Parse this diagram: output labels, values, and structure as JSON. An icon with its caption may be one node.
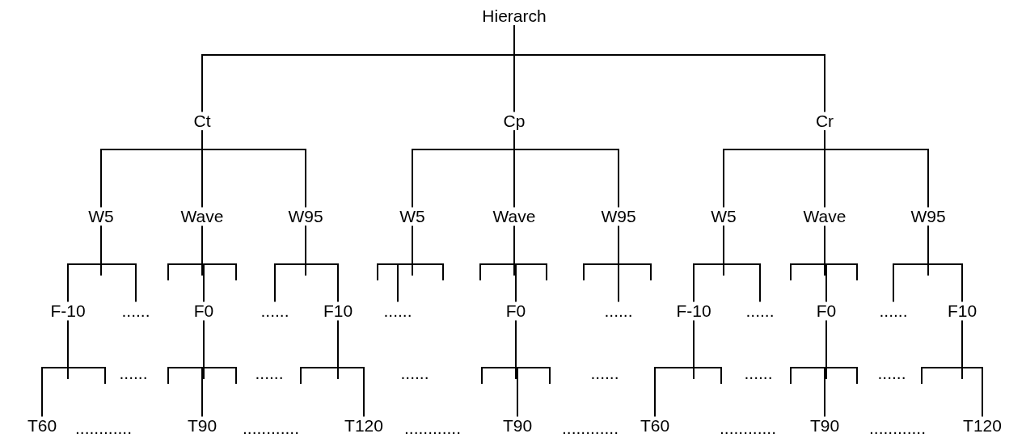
{
  "diagram": {
    "nodes": [
      {
        "text": [
          "Hierarch"
        ]
      },
      {
        "text": [
          "Ct"
        ]
      },
      {
        "text": [
          "Cp"
        ]
      },
      {
        "text": [
          "Cr"
        ]
      },
      {
        "text": [
          "W5"
        ]
      },
      {
        "text": [
          "Wave"
        ]
      },
      {
        "text": [
          "W95"
        ]
      },
      {
        "text": [
          "W5"
        ]
      },
      {
        "text": [
          "Wave"
        ]
      },
      {
        "text": [
          "W95"
        ]
      },
      {
        "text": [
          "W5"
        ]
      },
      {
        "text": [
          "Wave"
        ]
      },
      {
        "text": [
          "W95"
        ]
      },
      {
        "text": [
          "F-10"
        ]
      },
      {
        "text": [
          "......"
        ]
      },
      {
        "text": [
          "F0"
        ]
      },
      {
        "text": [
          "......"
        ]
      },
      {
        "text": [
          "F10"
        ]
      },
      {
        "text": [
          "......"
        ]
      },
      {
        "text": [
          "F0"
        ]
      },
      {
        "text": [
          "......"
        ]
      },
      {
        "text": [
          "F-10"
        ]
      },
      {
        "text": [
          "......"
        ]
      },
      {
        "text": [
          "F0"
        ]
      },
      {
        "text": [
          "......"
        ]
      },
      {
        "text": [
          "F10"
        ]
      },
      {
        "text": [
          "T60"
        ]
      },
      {
        "text": [
          "T90"
        ]
      },
      {
        "text": [
          "T120"
        ]
      },
      {
        "text": [
          "T90"
        ]
      },
      {
        "text": [
          "T60"
        ]
      },
      {
        "text": [
          "T90"
        ]
      },
      {
        "text": [
          "T120"
        ]
      }
    ],
    "edges": [
      {
        "from": 0,
        "to": 1,
        "arrow": "none"
      },
      {
        "from": 0,
        "to": 2,
        "arrow": "none"
      },
      {
        "from": 0,
        "to": 3,
        "arrow": "none"
      },
      {
        "from": 1,
        "to": 4,
        "arrow": "none"
      },
      {
        "from": 1,
        "to": 5,
        "arrow": "none"
      },
      {
        "from": 1,
        "to": 6,
        "arrow": "none"
      },
      {
        "from": 2,
        "to": 7,
        "arrow": "none"
      },
      {
        "from": 2,
        "to": 8,
        "arrow": "none"
      },
      {
        "from": 2,
        "to": 9,
        "arrow": "none"
      },
      {
        "from": 3,
        "to": 10,
        "arrow": "none"
      },
      {
        "from": 3,
        "to": 11,
        "arrow": "none"
      },
      {
        "from": 3,
        "to": 12,
        "arrow": "none"
      },
      {
        "from": 4,
        "to": 13,
        "arrow": "none"
      },
      {
        "from": 4,
        "to": 14,
        "arrow": "none"
      },
      {
        "from": 5,
        "to": 15,
        "arrow": "none"
      },
      {
        "from": 6,
        "to": 16,
        "arrow": "none"
      },
      {
        "from": 6,
        "to": 17,
        "arrow": "none"
      },
      {
        "from": 7,
        "to": 18,
        "arrow": "none"
      },
      {
        "from": 8,
        "to": 19,
        "arrow": "none"
      },
      {
        "from": 9,
        "to": 20,
        "arrow": "none"
      },
      {
        "from": 10,
        "to": 21,
        "arrow": "none"
      },
      {
        "from": 10,
        "to": 22,
        "arrow": "none"
      },
      {
        "from": 11,
        "to": 23,
        "arrow": "none"
      },
      {
        "from": 12,
        "to": 24,
        "arrow": "none"
      },
      {
        "from": 12,
        "to": 25,
        "arrow": "none"
      },
      {
        "from": 13,
        "to": 26,
        "arrow": "none"
      },
      {
        "from": 15,
        "to": 27,
        "arrow": "none"
      },
      {
        "from": 17,
        "to": 28,
        "arrow": "none"
      },
      {
        "from": 19,
        "to": 29,
        "arrow": "none"
      },
      {
        "from": 21,
        "to": 30,
        "arrow": "none"
      },
      {
        "from": 23,
        "to": 31,
        "arrow": "none"
      },
      {
        "from": 25,
        "to": 32,
        "arrow": "none"
      }
    ],
    "labels": [
      "......",
      "......",
      "......",
      "......",
      "......",
      "......",
      "............",
      "............",
      "............",
      "............",
      "............",
      "............"
    ]
  }
}
